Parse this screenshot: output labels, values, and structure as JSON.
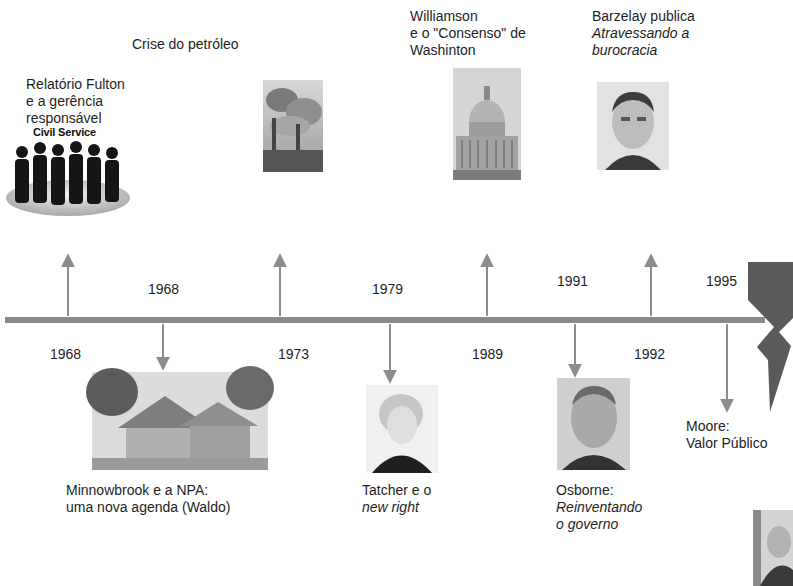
{
  "diagram": {
    "labels": [
      "Relatório Fulton e a gerência responsável",
      "Civil Service",
      "Crise do petróleo",
      "Williamson e o \"Consenso\" de Washinton",
      "Barzelay publica",
      "Atravessando a burocracia",
      "1968",
      "1979",
      "1991",
      "1995",
      "1968",
      "1973",
      "1989",
      "1992",
      "Minnowbrook e a NPA: uma nova agenda (Waldo)",
      "Tatcher e o",
      "new right",
      "Osborne:",
      "Reinventando o governo",
      "Moore: Valor Público"
    ]
  }
}
